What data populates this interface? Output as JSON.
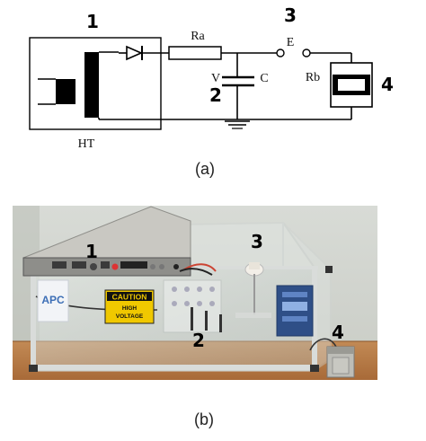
{
  "diagram": {
    "labels": {
      "n1": "1",
      "n2": "2",
      "n3": "3",
      "n4": "4",
      "ht": "HT",
      "ra": "Ra",
      "e": "E",
      "v": "V",
      "c": "C",
      "rb": "Rb"
    },
    "caption": "(a)"
  },
  "photo": {
    "labels": {
      "n1": "1",
      "n2": "2",
      "n3": "3",
      "n4": "4"
    },
    "sign": {
      "title": "CAUTION",
      "line1": "HIGH",
      "line2": "VOLTAGE"
    },
    "logo": "APC",
    "caption": "(b)"
  }
}
